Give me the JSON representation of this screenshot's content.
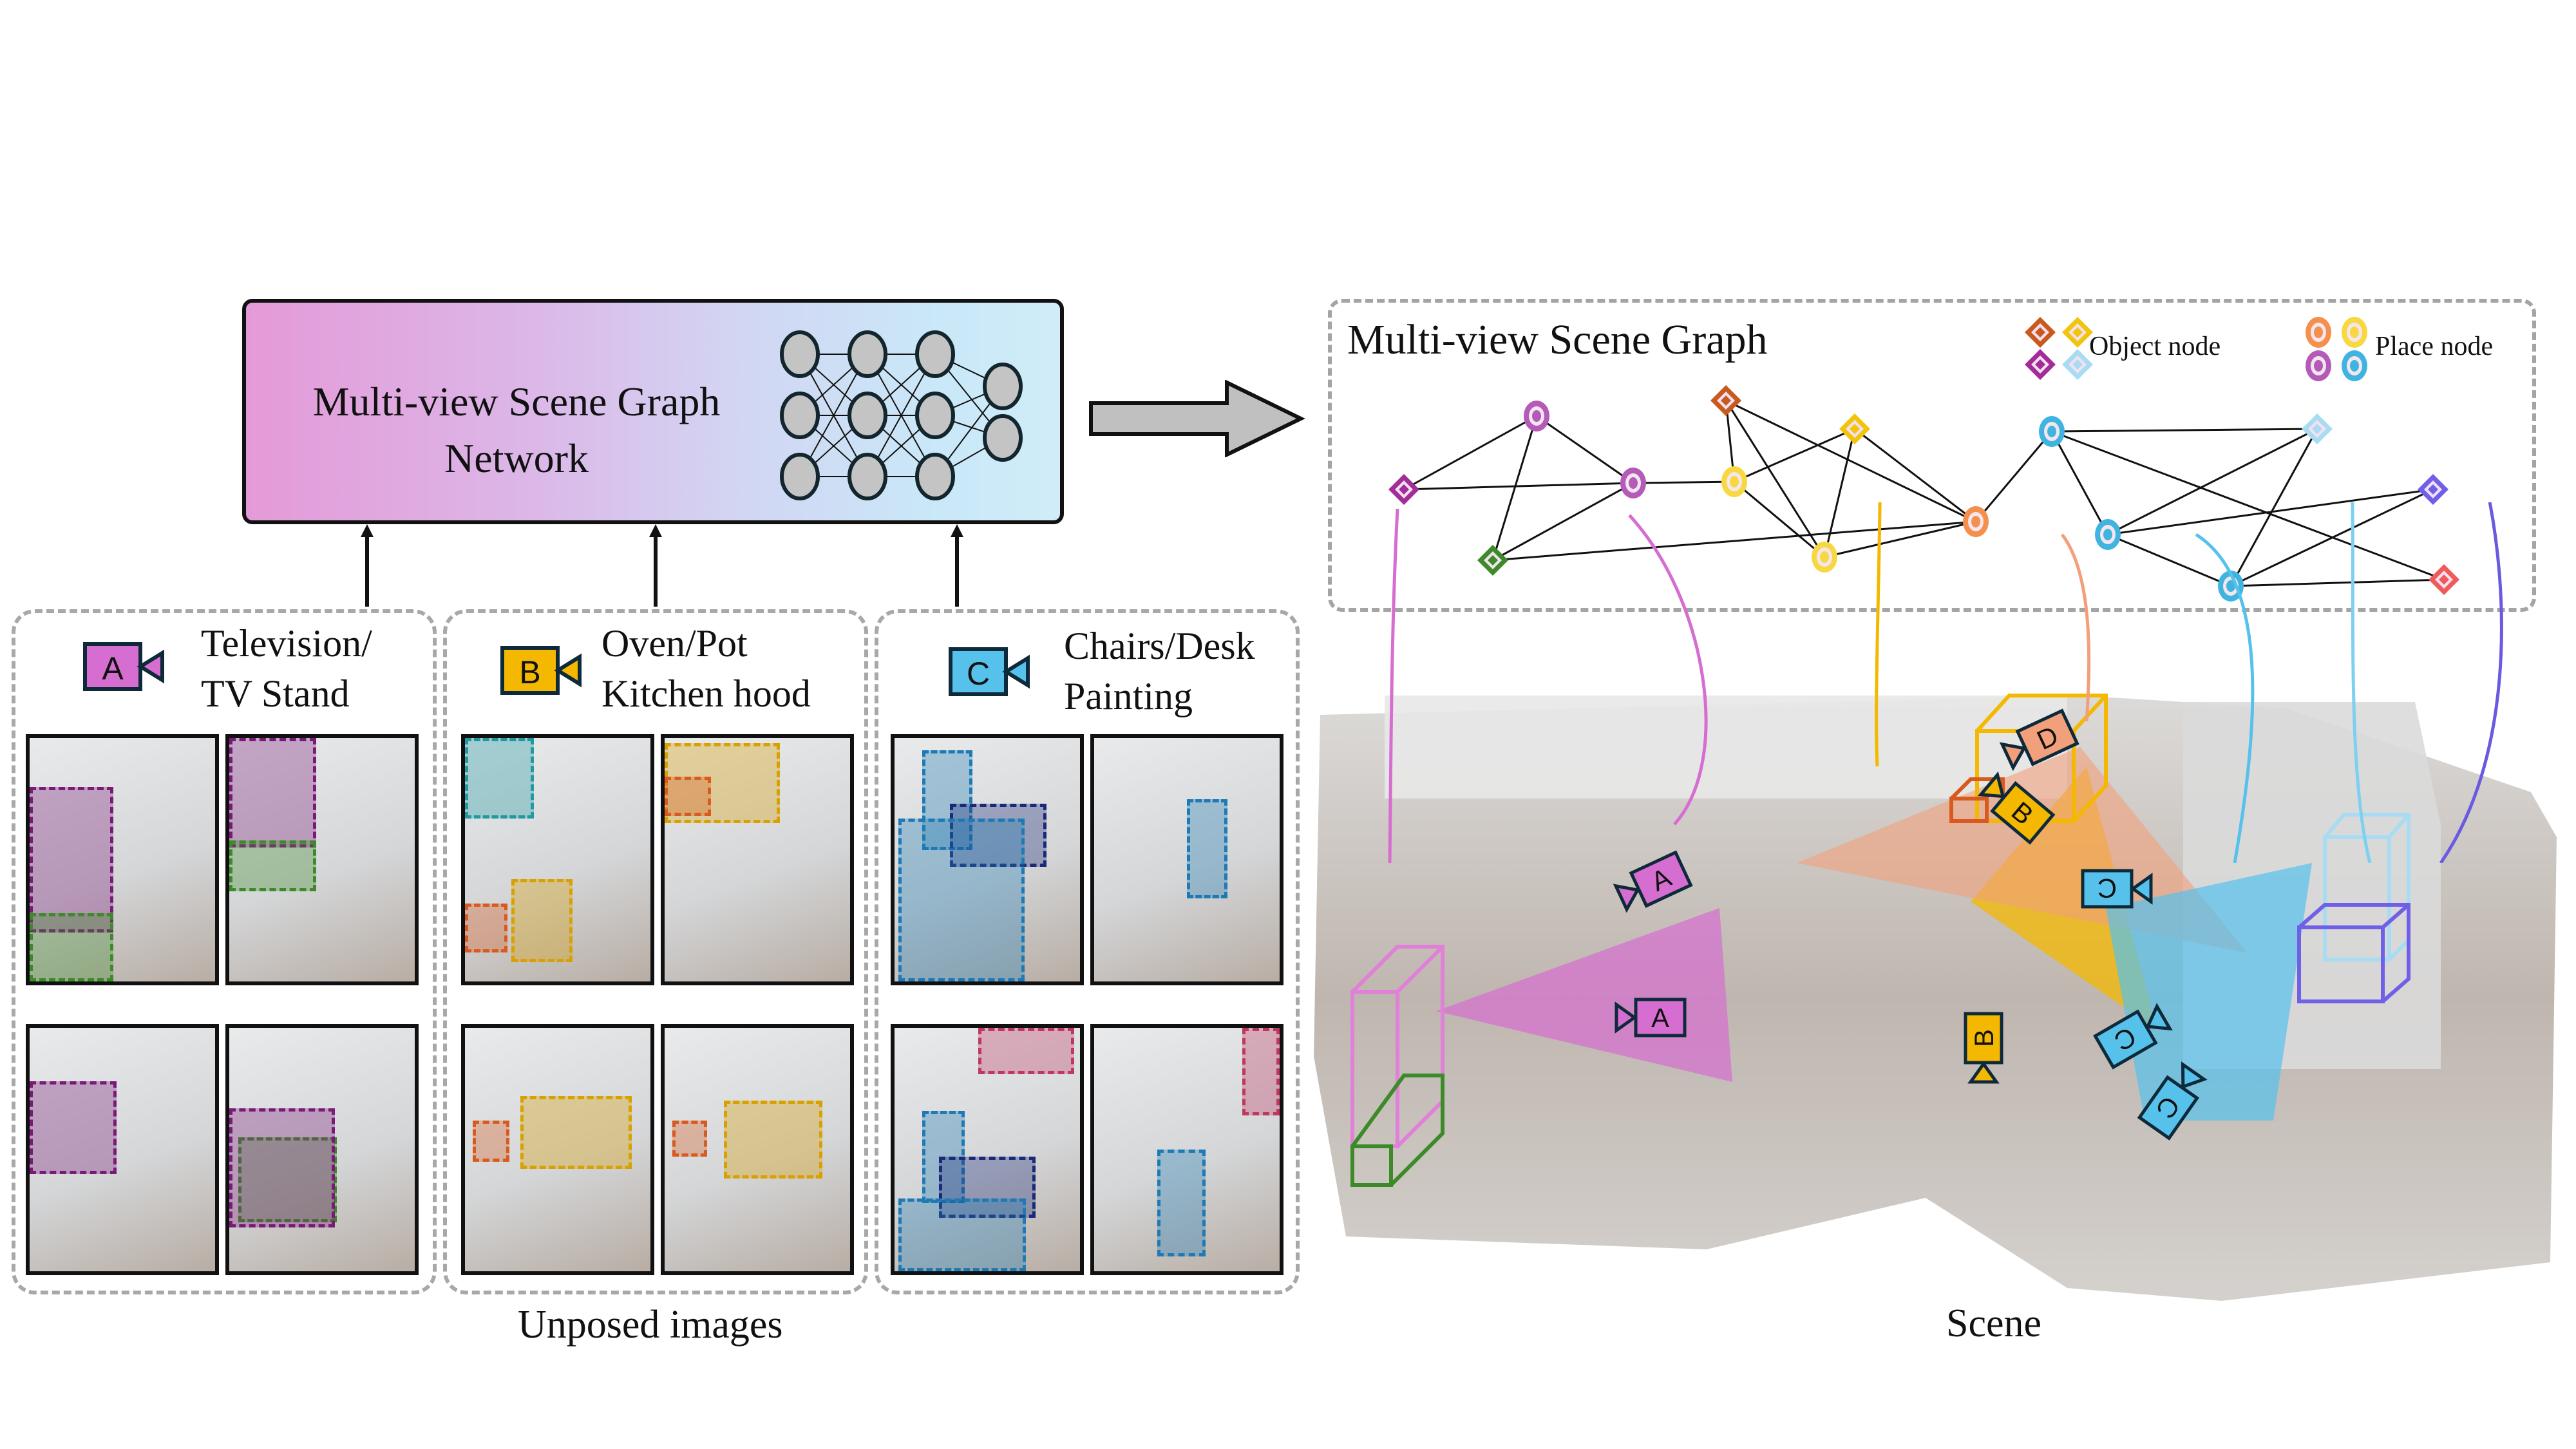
{
  "network": {
    "title_line1": "Multi-view Scene Graph",
    "title_line2": "Network",
    "layers": [
      3,
      3,
      3,
      2
    ]
  },
  "graph": {
    "title": "Multi-view Scene Graph",
    "legend": {
      "object_label": "Object node",
      "place_label": "Place node",
      "object_colors": [
        "#c85a1e",
        "#f2c40c",
        "#a22c98",
        "#a8dcf2"
      ],
      "place_colors": [
        "#f4904c",
        "#f8d840",
        "#b45ab8",
        "#40b4e0"
      ]
    }
  },
  "panels": [
    {
      "camera_letter": "A",
      "camera_color": "#d66dd0",
      "label_line1": "Television/",
      "label_line2": "TV Stand",
      "box_colors": [
        "#7a1a78",
        "#3c8a28"
      ]
    },
    {
      "camera_letter": "B",
      "camera_color": "#f4b800",
      "label_line1": "Oven/Pot",
      "label_line2": "Kitchen hood",
      "box_colors": [
        "#d8a000",
        "#d85a1e",
        "#1e9aa0"
      ]
    },
    {
      "camera_letter": "C",
      "camera_color": "#56c2ec",
      "label_line1": "Chairs/Desk",
      "label_line2": "Painting",
      "box_colors": [
        "#1e7ab4",
        "#1a2a78",
        "#c03860"
      ]
    }
  ],
  "captions": {
    "left": "Unposed images",
    "right": "Scene"
  },
  "scene": {
    "cameras": [
      {
        "letter": "A",
        "color": "#d66dd0"
      },
      {
        "letter": "A",
        "color": "#d66dd0"
      },
      {
        "letter": "B",
        "color": "#f4b800"
      },
      {
        "letter": "B",
        "color": "#f4b800"
      },
      {
        "letter": "D",
        "color": "#f2a07c"
      },
      {
        "letter": "C",
        "color": "#56c2ec"
      },
      {
        "letter": "C",
        "color": "#56c2ec"
      },
      {
        "letter": "C",
        "color": "#56c2ec"
      }
    ]
  },
  "colors": {
    "camera_outline": "#0e2a3a",
    "panel_border": "#a8a8a8",
    "arrow_fill": "#c0c0c0"
  }
}
